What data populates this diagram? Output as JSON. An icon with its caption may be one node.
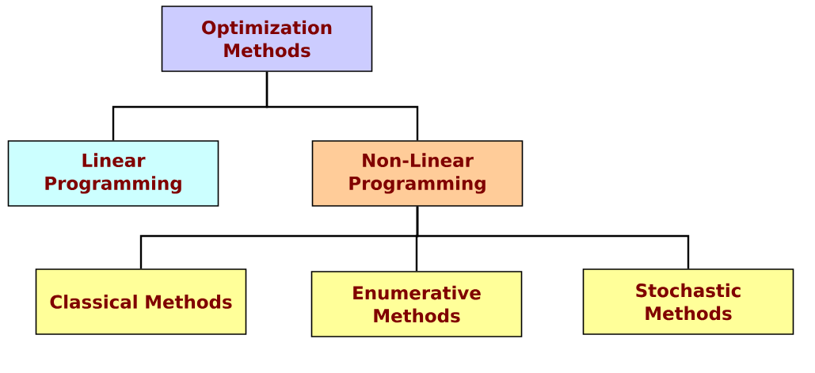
{
  "diagram": {
    "nodes": [
      {
        "text": [
          "Optimization Methods"
        ]
      },
      {
        "text": [
          "Linear Programming"
        ]
      },
      {
        "text": [
          "Non-Linear Programming"
        ]
      },
      {
        "text": [
          "Classical Methods"
        ]
      },
      {
        "text": [
          "Enumerative Methods"
        ]
      },
      {
        "text": [
          "Stochastic Methods"
        ]
      }
    ],
    "edges": [
      {
        "from": 0,
        "to": 1,
        "arrow": "none"
      },
      {
        "from": 0,
        "to": 2,
        "arrow": "none"
      },
      {
        "from": 2,
        "to": 3,
        "arrow": "none"
      },
      {
        "from": 2,
        "to": 4,
        "arrow": "none"
      },
      {
        "from": 2,
        "to": 5,
        "arrow": "none"
      }
    ]
  }
}
